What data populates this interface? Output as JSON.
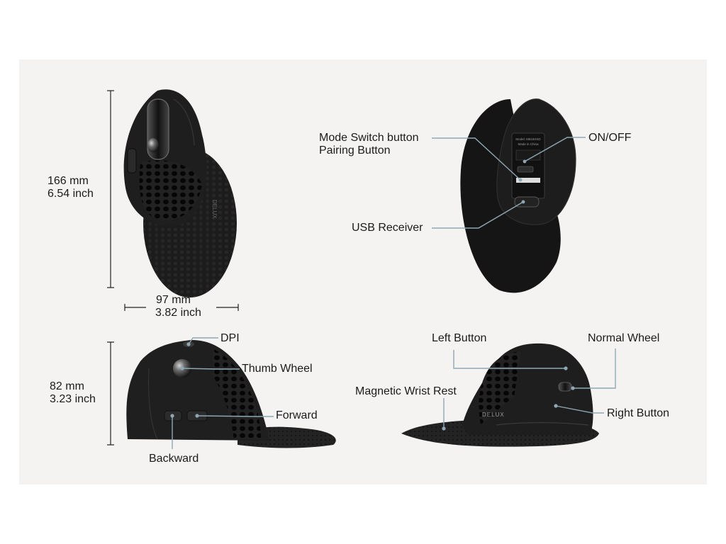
{
  "dimensions": {
    "height": {
      "mm": "166 mm",
      "inch": "6.54 inch"
    },
    "width": {
      "mm": "97 mm",
      "inch": "3.82 inch"
    },
    "side_height": {
      "mm": "82 mm",
      "inch": "3.23 inch"
    }
  },
  "bottom_view": {
    "mode_switch": "Mode Switch button",
    "pairing": "Pairing Button",
    "on_off": "ON/OFF",
    "usb_receiver": "USB Receiver",
    "sticker_model": "Model: M618XSD",
    "sticker_made": "Made in China"
  },
  "side_view": {
    "dpi": "DPI",
    "thumb_wheel": "Thumb Wheel",
    "forward": "Forward",
    "backward": "Backward"
  },
  "rear_view": {
    "left_button": "Left Button",
    "normal_wheel": "Normal Wheel",
    "magnetic_wrist_rest": "Magnetic Wrist Rest",
    "right_button": "Right Button"
  },
  "brand": {
    "logo_text": "DELUX"
  },
  "colors": {
    "panel": "#f5f3f2",
    "leader": "#8fa7b3",
    "mouse": "#1b1b1b",
    "dimension_line": "#222222"
  }
}
